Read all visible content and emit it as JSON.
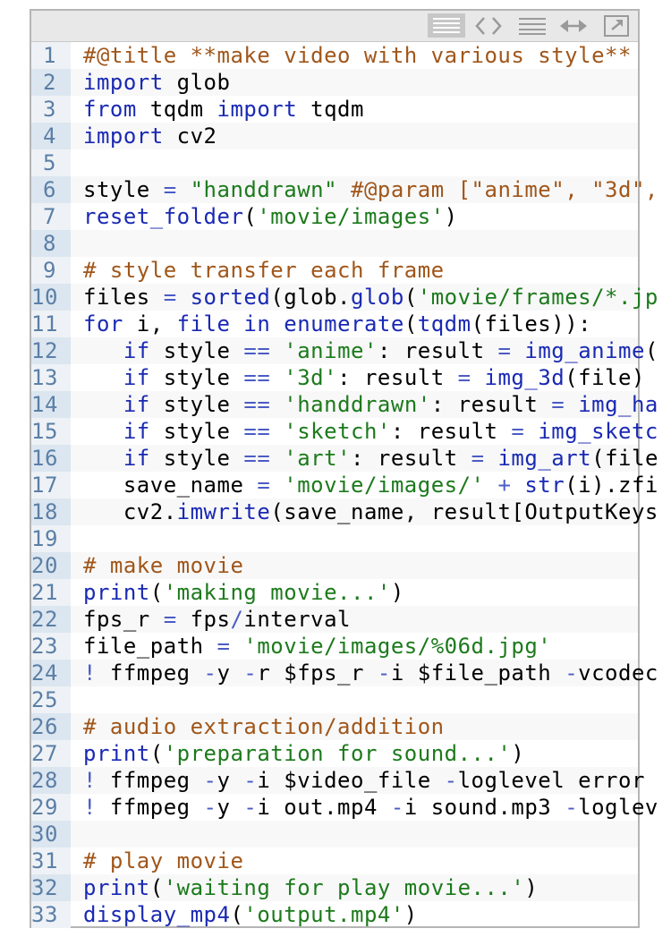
{
  "toolbar": {
    "buttons": [
      {
        "name": "view-source-icon",
        "active": true
      },
      {
        "name": "code-icon",
        "active": false
      },
      {
        "name": "wrap-icon",
        "active": false
      },
      {
        "name": "expand-horizontal-icon",
        "active": false
      },
      {
        "name": "open-new-window-icon",
        "active": false
      }
    ]
  },
  "code": {
    "lines": [
      [
        [
          "c",
          "#@title **make video with various style**"
        ]
      ],
      [
        [
          "k",
          "import"
        ],
        [
          "p",
          " glob"
        ]
      ],
      [
        [
          "k",
          "from"
        ],
        [
          "p",
          " tqdm "
        ],
        [
          "k",
          "import"
        ],
        [
          "p",
          " tqdm"
        ]
      ],
      [
        [
          "k",
          "import"
        ],
        [
          "p",
          " cv2"
        ]
      ],
      [],
      [
        [
          "p",
          "style "
        ],
        [
          "o",
          "="
        ],
        [
          "p",
          " "
        ],
        [
          "s",
          "\"handdrawn\""
        ],
        [
          "p",
          " "
        ],
        [
          "c",
          "#@param [\"anime\", \"3d\","
        ]
      ],
      [
        [
          "f",
          "reset_folder"
        ],
        [
          "p",
          "("
        ],
        [
          "s",
          "'movie/images'"
        ],
        [
          "p",
          ")"
        ]
      ],
      [],
      [
        [
          "c",
          "# style transfer each frame"
        ]
      ],
      [
        [
          "p",
          "files "
        ],
        [
          "o",
          "="
        ],
        [
          "p",
          " "
        ],
        [
          "f",
          "sorted"
        ],
        [
          "p",
          "(glob."
        ],
        [
          "f",
          "glob"
        ],
        [
          "p",
          "("
        ],
        [
          "s",
          "'movie/frames/*.jp"
        ]
      ],
      [
        [
          "k",
          "for"
        ],
        [
          "p",
          " i, "
        ],
        [
          "f",
          "file"
        ],
        [
          "p",
          " "
        ],
        [
          "k",
          "in"
        ],
        [
          "p",
          " "
        ],
        [
          "f",
          "enumerate"
        ],
        [
          "p",
          "("
        ],
        [
          "f",
          "tqdm"
        ],
        [
          "p",
          "(files)):"
        ]
      ],
      [
        [
          "p",
          "   "
        ],
        [
          "k",
          "if"
        ],
        [
          "p",
          " style "
        ],
        [
          "o",
          "=="
        ],
        [
          "p",
          " "
        ],
        [
          "s",
          "'anime'"
        ],
        [
          "p",
          ": result "
        ],
        [
          "o",
          "="
        ],
        [
          "p",
          " "
        ],
        [
          "f",
          "img_anime"
        ],
        [
          "p",
          "("
        ]
      ],
      [
        [
          "p",
          "   "
        ],
        [
          "k",
          "if"
        ],
        [
          "p",
          " style "
        ],
        [
          "o",
          "=="
        ],
        [
          "p",
          " "
        ],
        [
          "s",
          "'3d'"
        ],
        [
          "p",
          ": result "
        ],
        [
          "o",
          "="
        ],
        [
          "p",
          " "
        ],
        [
          "f",
          "img_3d"
        ],
        [
          "p",
          "(file)"
        ]
      ],
      [
        [
          "p",
          "   "
        ],
        [
          "k",
          "if"
        ],
        [
          "p",
          " style "
        ],
        [
          "o",
          "=="
        ],
        [
          "p",
          " "
        ],
        [
          "s",
          "'handdrawn'"
        ],
        [
          "p",
          ": result "
        ],
        [
          "o",
          "="
        ],
        [
          "p",
          " "
        ],
        [
          "f",
          "img_ha"
        ]
      ],
      [
        [
          "p",
          "   "
        ],
        [
          "k",
          "if"
        ],
        [
          "p",
          " style "
        ],
        [
          "o",
          "=="
        ],
        [
          "p",
          " "
        ],
        [
          "s",
          "'sketch'"
        ],
        [
          "p",
          ": result "
        ],
        [
          "o",
          "="
        ],
        [
          "p",
          " "
        ],
        [
          "f",
          "img_sketc"
        ]
      ],
      [
        [
          "p",
          "   "
        ],
        [
          "k",
          "if"
        ],
        [
          "p",
          " style "
        ],
        [
          "o",
          "=="
        ],
        [
          "p",
          " "
        ],
        [
          "s",
          "'art'"
        ],
        [
          "p",
          ": result "
        ],
        [
          "o",
          "="
        ],
        [
          "p",
          " "
        ],
        [
          "f",
          "img_art"
        ],
        [
          "p",
          "(file"
        ]
      ],
      [
        [
          "p",
          "   save_name "
        ],
        [
          "o",
          "="
        ],
        [
          "p",
          " "
        ],
        [
          "s",
          "'movie/images/'"
        ],
        [
          "p",
          " "
        ],
        [
          "o",
          "+"
        ],
        [
          "p",
          " "
        ],
        [
          "f",
          "str"
        ],
        [
          "p",
          "(i).zfi"
        ]
      ],
      [
        [
          "p",
          "   cv2."
        ],
        [
          "f",
          "imwrite"
        ],
        [
          "p",
          "(save_name, result[OutputKeys"
        ]
      ],
      [],
      [
        [
          "c",
          "# make movie"
        ]
      ],
      [
        [
          "f",
          "print"
        ],
        [
          "p",
          "("
        ],
        [
          "s",
          "'making movie...'"
        ],
        [
          "p",
          ")"
        ]
      ],
      [
        [
          "p",
          "fps_r "
        ],
        [
          "o",
          "="
        ],
        [
          "p",
          " fps"
        ],
        [
          "o",
          "/"
        ],
        [
          "p",
          "interval"
        ]
      ],
      [
        [
          "p",
          "file_path "
        ],
        [
          "o",
          "="
        ],
        [
          "p",
          " "
        ],
        [
          "s",
          "'movie/images/%06d.jpg'"
        ]
      ],
      [
        [
          "o",
          "!"
        ],
        [
          "p",
          " ffmpeg "
        ],
        [
          "o",
          "-"
        ],
        [
          "p",
          "y "
        ],
        [
          "o",
          "-"
        ],
        [
          "p",
          "r $fps_r "
        ],
        [
          "o",
          "-"
        ],
        [
          "p",
          "i $file_path "
        ],
        [
          "o",
          "-"
        ],
        [
          "p",
          "vcodec"
        ]
      ],
      [],
      [
        [
          "c",
          "# audio extraction/addition"
        ]
      ],
      [
        [
          "f",
          "print"
        ],
        [
          "p",
          "("
        ],
        [
          "s",
          "'preparation for sound...'"
        ],
        [
          "p",
          ")"
        ]
      ],
      [
        [
          "o",
          "!"
        ],
        [
          "p",
          " ffmpeg "
        ],
        [
          "o",
          "-"
        ],
        [
          "p",
          "y "
        ],
        [
          "o",
          "-"
        ],
        [
          "p",
          "i $video_file "
        ],
        [
          "o",
          "-"
        ],
        [
          "p",
          "loglevel error"
        ]
      ],
      [
        [
          "o",
          "!"
        ],
        [
          "p",
          " ffmpeg "
        ],
        [
          "o",
          "-"
        ],
        [
          "p",
          "y "
        ],
        [
          "o",
          "-"
        ],
        [
          "p",
          "i out.mp4 "
        ],
        [
          "o",
          "-"
        ],
        [
          "p",
          "i sound.mp3 "
        ],
        [
          "o",
          "-"
        ],
        [
          "p",
          "loglev"
        ]
      ],
      [],
      [
        [
          "c",
          "# play movie"
        ]
      ],
      [
        [
          "f",
          "print"
        ],
        [
          "p",
          "("
        ],
        [
          "s",
          "'waiting for play movie...'"
        ],
        [
          "p",
          ")"
        ]
      ],
      [
        [
          "f",
          "display_mp4"
        ],
        [
          "p",
          "("
        ],
        [
          "s",
          "'output.mp4'"
        ],
        [
          "p",
          ")"
        ]
      ]
    ]
  },
  "colors": {
    "keyword": "#1a29b3",
    "string": "#1c7a1c",
    "comment": "#a0561a",
    "gutter_text": "#5b7fa6"
  }
}
